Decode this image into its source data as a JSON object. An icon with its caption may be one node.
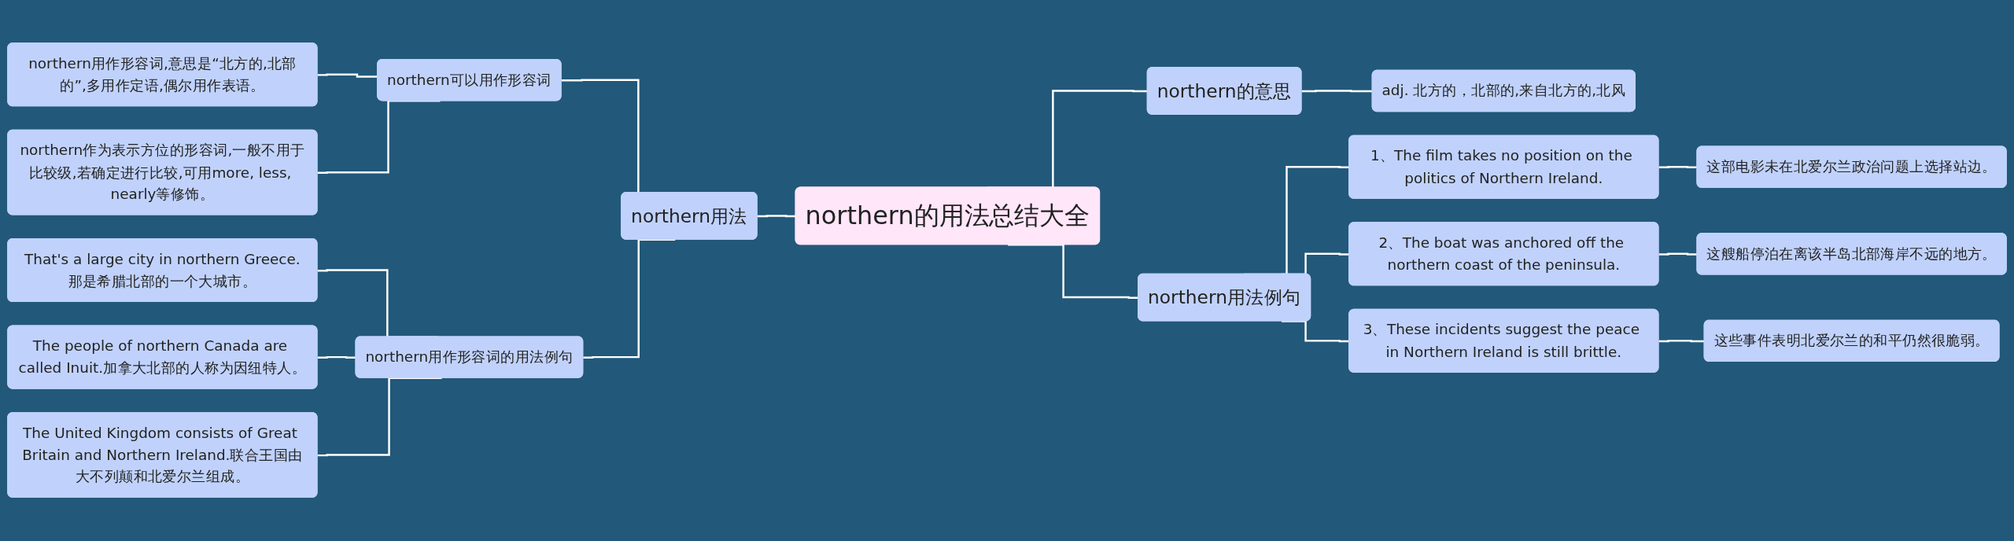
{
  "diagram": {
    "nodes": [
      {
        "text": [
          "northern的用法总结大全"
        ]
      },
      {
        "text": [
          "northern用法"
        ]
      },
      {
        "text": [
          "northern可以用作形容词"
        ]
      },
      {
        "text": [
          "northern用作形容词,意思是“北方的,北部的”,多用作定语,偶尔用作表语。"
        ]
      },
      {
        "text": [
          "northern作为表示方位的形容词,一般不用于比较级,若确定进行比较,可用more, less, nearly等修饰。"
        ]
      },
      {
        "text": [
          "northern用作形容词的用法例句"
        ]
      },
      {
        "text": [
          "That's a large city in northern Greece.那是希腊北部的一个大城市。"
        ]
      },
      {
        "text": [
          "The people of northern Canada are called Inuit.加拿大北部的人称为因纽特人。"
        ]
      },
      {
        "text": [
          "The United Kingdom consists of Great Britain and Northern Ireland.联合王国由大不列颠和北爱尔兰组成。"
        ]
      },
      {
        "text": [
          "northern的意思"
        ]
      },
      {
        "text": [
          "adj. 北方的，北部的,来自北方的,北风"
        ]
      },
      {
        "text": [
          "northern用法例句"
        ]
      },
      {
        "text": [
          "1、The film takes no position on the politics of Northern Ireland."
        ]
      },
      {
        "text": [
          "这部电影未在北爱尔兰政治问题上选择站边。"
        ]
      },
      {
        "text": [
          "2、The boat was anchored off the northern coast of the peninsula."
        ]
      },
      {
        "text": [
          "这艘船停泊在离该半岛北部海岸不远的地方。"
        ]
      },
      {
        "text": [
          "3、These incidents suggest the peace in Northern Ireland is still brittle."
        ]
      },
      {
        "text": [
          "这些事件表明北爱尔兰的和平仍然很脆弱。"
        ]
      }
    ],
    "edges": [
      {
        "from": 1,
        "to": 0,
        "arrow": "none"
      },
      {
        "from": 2,
        "to": 1,
        "arrow": "none"
      },
      {
        "from": 3,
        "to": 2,
        "arrow": "none"
      },
      {
        "from": 4,
        "to": 2,
        "arrow": "none"
      },
      {
        "from": 5,
        "to": 1,
        "arrow": "none"
      },
      {
        "from": 6,
        "to": 5,
        "arrow": "none"
      },
      {
        "from": 7,
        "to": 5,
        "arrow": "none"
      },
      {
        "from": 8,
        "to": 5,
        "arrow": "none"
      },
      {
        "from": 0,
        "to": 9,
        "arrow": "none"
      },
      {
        "from": 9,
        "to": 10,
        "arrow": "none"
      },
      {
        "from": 0,
        "to": 11,
        "arrow": "none"
      },
      {
        "from": 11,
        "to": 12,
        "arrow": "none"
      },
      {
        "from": 12,
        "to": 13,
        "arrow": "none"
      },
      {
        "from": 11,
        "to": 14,
        "arrow": "none"
      },
      {
        "from": 14,
        "to": 15,
        "arrow": "none"
      },
      {
        "from": 11,
        "to": 16,
        "arrow": "none"
      },
      {
        "from": 16,
        "to": 17,
        "arrow": "none"
      }
    ]
  }
}
